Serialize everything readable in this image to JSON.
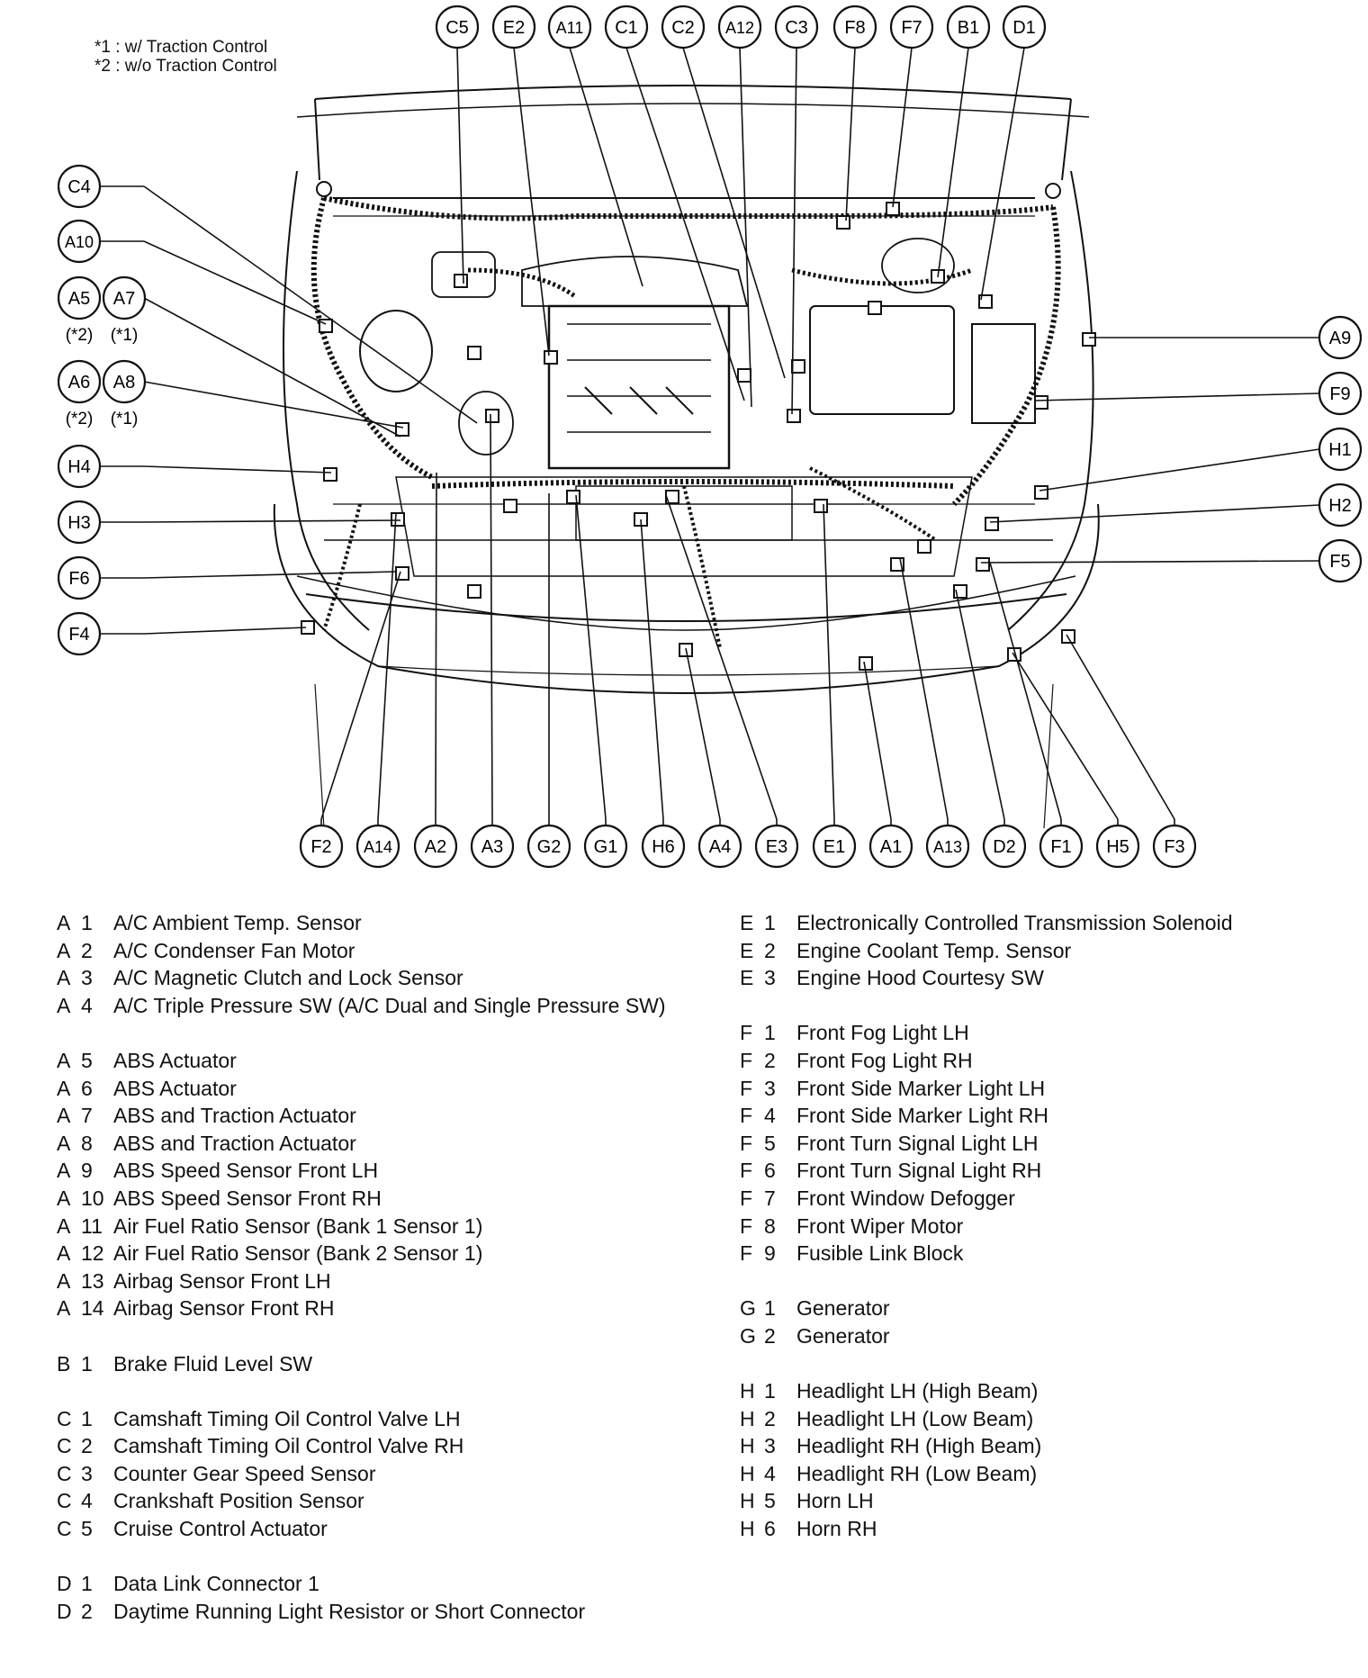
{
  "notes": [
    "*1 : w/ Traction Control",
    "*2 : w/o Traction Control"
  ],
  "callouts": {
    "top": [
      "C5",
      "E2",
      "A11",
      "C1",
      "C2",
      "A12",
      "C3",
      "F8",
      "F7",
      "B1",
      "D1"
    ],
    "bottom": [
      "F2",
      "A14",
      "A2",
      "A3",
      "G2",
      "G1",
      "H6",
      "A4",
      "E3",
      "E1",
      "A1",
      "A13",
      "D2",
      "F1",
      "H5",
      "F3"
    ],
    "left": [
      "C4",
      "A10",
      "A5",
      "A7",
      "A6",
      "A8",
      "H4",
      "H3",
      "F6",
      "F4"
    ],
    "right": [
      "A9",
      "F9",
      "H1",
      "H2",
      "F5"
    ],
    "left_subnotes": {
      "a5": "(*2)",
      "a7": "(*1)",
      "a6": "(*2)",
      "a8": "(*1)"
    }
  },
  "legend_left": [
    {
      "letter": "A",
      "num": "1",
      "desc": "A/C Ambient Temp. Sensor"
    },
    {
      "letter": "A",
      "num": "2",
      "desc": "A/C Condenser Fan Motor"
    },
    {
      "letter": "A",
      "num": "3",
      "desc": "A/C Magnetic Clutch and Lock Sensor"
    },
    {
      "letter": "A",
      "num": "4",
      "desc": "A/C Triple Pressure SW (A/C Dual and Single Pressure SW)"
    },
    {
      "letter": "A",
      "num": "5",
      "desc": "ABS Actuator"
    },
    {
      "letter": "A",
      "num": "6",
      "desc": "ABS Actuator"
    },
    {
      "letter": "A",
      "num": "7",
      "desc": "ABS and Traction Actuator"
    },
    {
      "letter": "A",
      "num": "8",
      "desc": "ABS and Traction Actuator"
    },
    {
      "letter": "A",
      "num": "9",
      "desc": "ABS Speed Sensor Front LH"
    },
    {
      "letter": "A",
      "num": "10",
      "desc": "ABS Speed Sensor Front RH"
    },
    {
      "letter": "A",
      "num": "11",
      "desc": "Air Fuel Ratio Sensor (Bank 1 Sensor 1)"
    },
    {
      "letter": "A",
      "num": "12",
      "desc": "Air Fuel Ratio Sensor (Bank 2 Sensor 1)"
    },
    {
      "letter": "A",
      "num": "13",
      "desc": "Airbag Sensor Front LH"
    },
    {
      "letter": "A",
      "num": "14",
      "desc": "Airbag Sensor Front RH"
    },
    {
      "letter": "B",
      "num": "1",
      "desc": "Brake Fluid Level SW"
    },
    {
      "letter": "C",
      "num": "1",
      "desc": "Camshaft Timing Oil Control Valve LH"
    },
    {
      "letter": "C",
      "num": "2",
      "desc": "Camshaft Timing Oil Control Valve RH"
    },
    {
      "letter": "C",
      "num": "3",
      "desc": "Counter Gear Speed Sensor"
    },
    {
      "letter": "C",
      "num": "4",
      "desc": "Crankshaft Position Sensor"
    },
    {
      "letter": "C",
      "num": "5",
      "desc": "Cruise Control Actuator"
    },
    {
      "letter": "D",
      "num": "1",
      "desc": "Data Link Connector 1"
    },
    {
      "letter": "D",
      "num": "2",
      "desc": "Daytime Running Light Resistor or Short Connector"
    }
  ],
  "legend_right": [
    {
      "letter": "E",
      "num": "1",
      "desc": "Electronically Controlled Transmission Solenoid"
    },
    {
      "letter": "E",
      "num": "2",
      "desc": "Engine Coolant Temp. Sensor"
    },
    {
      "letter": "E",
      "num": "3",
      "desc": "Engine Hood Courtesy SW"
    },
    {
      "letter": "F",
      "num": "1",
      "desc": "Front Fog Light LH"
    },
    {
      "letter": "F",
      "num": "2",
      "desc": "Front Fog Light RH"
    },
    {
      "letter": "F",
      "num": "3",
      "desc": "Front Side Marker Light LH"
    },
    {
      "letter": "F",
      "num": "4",
      "desc": "Front Side Marker Light RH"
    },
    {
      "letter": "F",
      "num": "5",
      "desc": "Front Turn Signal Light LH"
    },
    {
      "letter": "F",
      "num": "6",
      "desc": "Front Turn Signal Light RH"
    },
    {
      "letter": "F",
      "num": "7",
      "desc": "Front Window Defogger"
    },
    {
      "letter": "F",
      "num": "8",
      "desc": "Front Wiper Motor"
    },
    {
      "letter": "F",
      "num": "9",
      "desc": "Fusible Link Block"
    },
    {
      "letter": "G",
      "num": "1",
      "desc": "Generator"
    },
    {
      "letter": "G",
      "num": "2",
      "desc": "Generator"
    },
    {
      "letter": "H",
      "num": "1",
      "desc": "Headlight LH (High Beam)"
    },
    {
      "letter": "H",
      "num": "2",
      "desc": "Headlight LH (Low Beam)"
    },
    {
      "letter": "H",
      "num": "3",
      "desc": "Headlight RH (High Beam)"
    },
    {
      "letter": "H",
      "num": "4",
      "desc": "Headlight RH (Low Beam)"
    },
    {
      "letter": "H",
      "num": "5",
      "desc": "Horn LH"
    },
    {
      "letter": "H",
      "num": "6",
      "desc": "Horn RH"
    }
  ]
}
